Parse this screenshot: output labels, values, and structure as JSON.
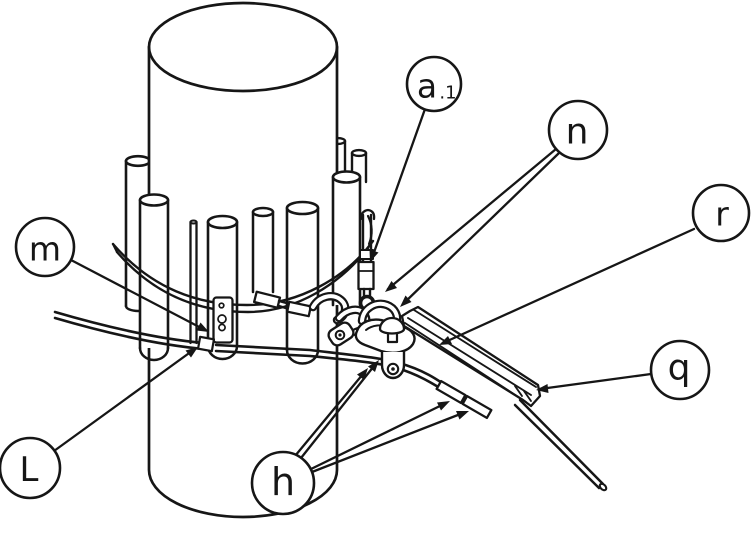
{
  "figure": {
    "kind": "patent-style technical line drawing",
    "subject": "pole-mounted cable suspension assembly"
  },
  "colors": {
    "background": "#ffffff",
    "ink": "#161616"
  },
  "labels": {
    "a1": {
      "main": "a",
      "sub": ".1"
    },
    "n": "n",
    "r": "r",
    "m": "m",
    "q": "q",
    "L": "L",
    "h": "h"
  }
}
